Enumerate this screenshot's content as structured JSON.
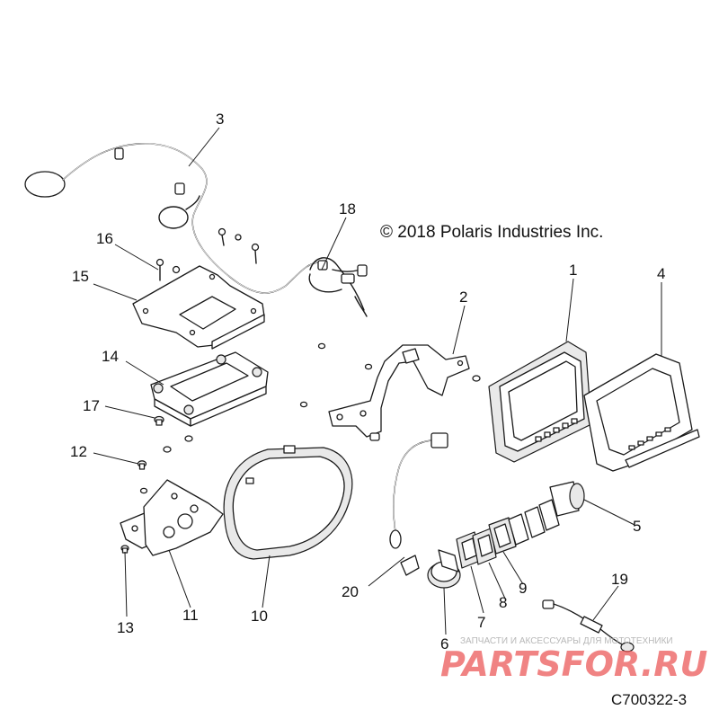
{
  "copyright": "© 2018 Polaris Industries Inc.",
  "drawing_number": "C700322-3",
  "watermark": {
    "tagline": "ЗАПЧАСТИ И АКСЕССУАРЫ ДЛЯ МОТОТЕХНИКИ",
    "brand": "PARTSFOR.RU"
  },
  "callouts": {
    "c1": "1",
    "c2": "2",
    "c3": "3",
    "c4": "4",
    "c5": "5",
    "c6": "6",
    "c7": "7",
    "c8": "8",
    "c9": "9",
    "c10": "10",
    "c11": "11",
    "c12": "12",
    "c13": "13",
    "c14": "14",
    "c15": "15",
    "c16": "16",
    "c17": "17",
    "c18": "18",
    "c19": "19",
    "c20": "20"
  }
}
